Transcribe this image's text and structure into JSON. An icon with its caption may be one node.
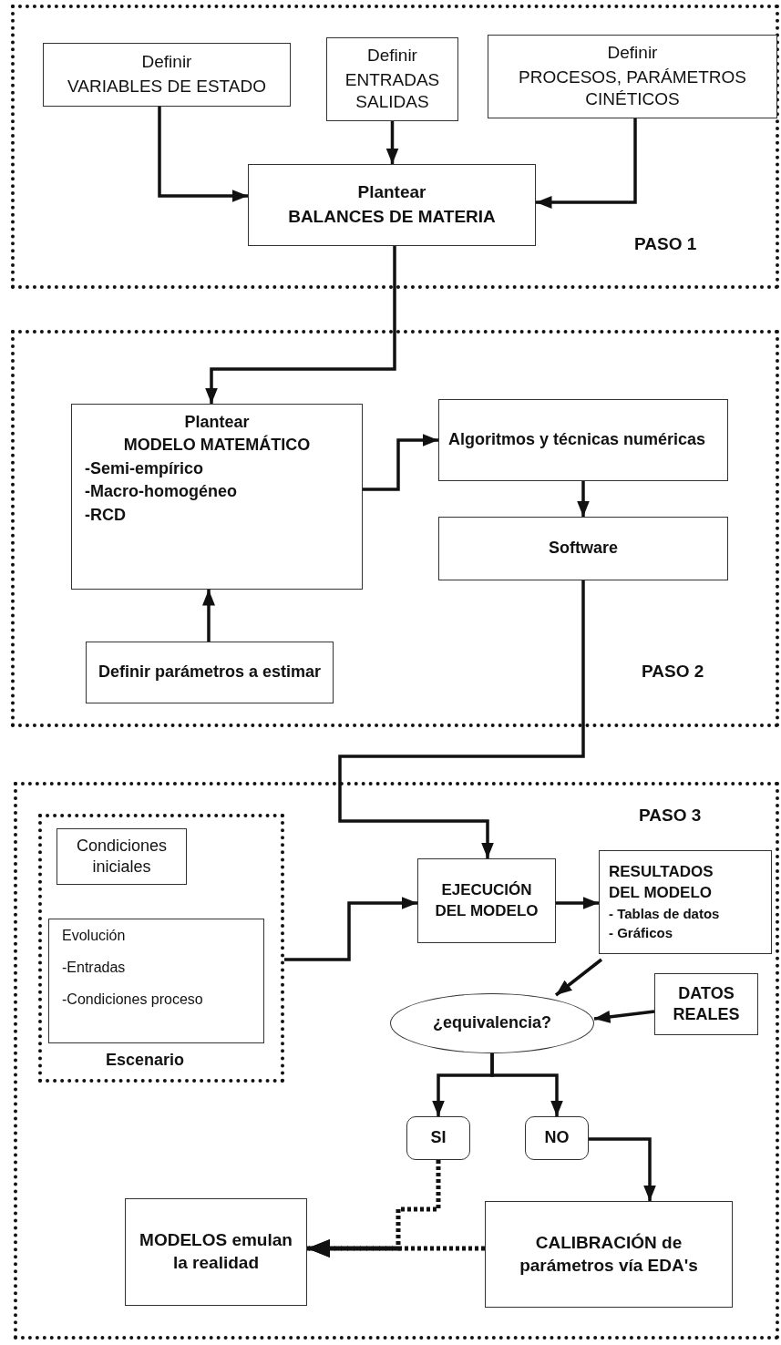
{
  "diagram": {
    "nodes": [
      {
        "text": [
          "PASO 1"
        ]
      },
      {
        "text": [
          "Definir",
          "VARIABLES DE ESTADO"
        ],
        "in": 0
      },
      {
        "text": [
          "Definir",
          "ENTRADAS SALIDAS"
        ],
        "in": 0
      },
      {
        "text": [
          "Definir",
          "PROCESOS, PARÁMETROS CINÉTICOS"
        ],
        "in": 0
      },
      {
        "text": [
          "Plantear",
          "BALANCES DE MATERIA"
        ],
        "in": 0
      },
      {
        "text": [
          "PASO 2"
        ]
      },
      {
        "text": [
          "Plantear",
          "MODELO MATEMÁTICO",
          "-Semi-empírico",
          "-Macro-homogéneo",
          "-RCD"
        ],
        "in": 5
      },
      {
        "text": [
          "Algoritmos y técnicas numéricas"
        ],
        "in": 5
      },
      {
        "text": [
          "Software"
        ],
        "in": 5
      },
      {
        "text": [
          "Definir parámetros a  estimar"
        ],
        "in": 5
      },
      {
        "text": [
          "PASO 3"
        ]
      },
      {
        "text": [
          "Escenario"
        ],
        "in": 10
      },
      {
        "text": [
          "Condiciones iniciales"
        ],
        "in": 11
      },
      {
        "text": [
          "Evolución",
          "-Entradas",
          "-Condiciones proceso"
        ],
        "in": 11
      },
      {
        "text": [
          "EJECUCIÓN DEL MODELO"
        ],
        "in": 10
      },
      {
        "text": [
          "RESULTADOS DEL MODELO",
          "- Tablas de datos",
          "- Gráficos"
        ],
        "in": 10
      },
      {
        "text": [
          "¿equivalencia?"
        ],
        "in": 10
      },
      {
        "text": [
          "DATOS REALES"
        ],
        "in": 10
      },
      {
        "text": [
          "SI"
        ],
        "in": 10
      },
      {
        "text": [
          "NO"
        ],
        "in": 10
      },
      {
        "text": [
          "MODELOS emulan la realidad"
        ],
        "in": 10
      },
      {
        "text": [
          "CALIBRACIÓN de parámetros vía EDA's"
        ],
        "in": 10
      }
    ],
    "edges": [
      {
        "from": 1,
        "to": 4,
        "arrow": "to"
      },
      {
        "from": 2,
        "to": 4,
        "arrow": "to"
      },
      {
        "from": 3,
        "to": 4,
        "arrow": "to"
      },
      {
        "from": 4,
        "to": 6,
        "arrow": "to"
      },
      {
        "from": 6,
        "to": 7,
        "arrow": "to"
      },
      {
        "from": 7,
        "to": 8,
        "arrow": "to"
      },
      {
        "from": 9,
        "to": 6,
        "arrow": "to"
      },
      {
        "from": 8,
        "to": 14,
        "arrow": "to"
      },
      {
        "from": 11,
        "to": 14,
        "arrow": "to"
      },
      {
        "from": 14,
        "to": 15,
        "arrow": "to"
      },
      {
        "from": 15,
        "to": 16,
        "arrow": "to"
      },
      {
        "from": 17,
        "to": 16,
        "arrow": "to"
      },
      {
        "from": 16,
        "to": 18,
        "arrow": "to"
      },
      {
        "from": 16,
        "to": 19,
        "arrow": "to"
      },
      {
        "from": 19,
        "to": 21,
        "arrow": "to"
      },
      {
        "from": 18,
        "to": 20,
        "arrow": "to",
        "style": "dashed"
      },
      {
        "from": 21,
        "to": 20,
        "arrow": "to",
        "style": "dashed"
      }
    ]
  }
}
